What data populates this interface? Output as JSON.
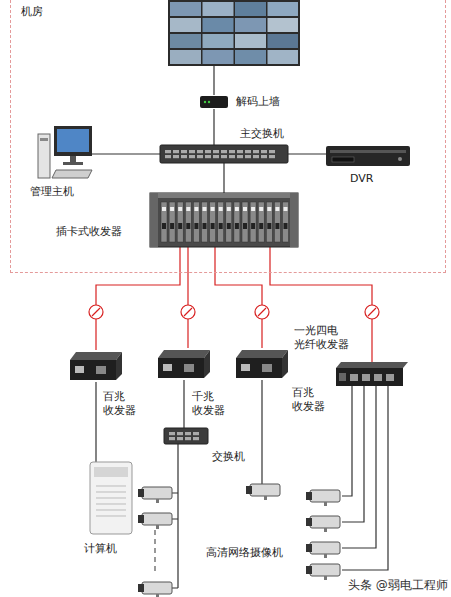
{
  "diagram": {
    "nodes": [
      {
        "text": [
          "机房"
        ]
      },
      {
        "text": [
          "解码上墙"
        ],
        "in": 0
      },
      {
        "text": [
          "主交换机"
        ],
        "in": 0
      },
      {
        "text": [
          "管理主机"
        ],
        "in": 0
      },
      {
        "text": [
          "DVR"
        ],
        "in": 0
      },
      {
        "text": [
          "插卡式收发器"
        ],
        "in": 0
      },
      {
        "text": [
          "百兆 收发器"
        ]
      },
      {
        "text": [
          "千兆 收发器"
        ]
      },
      {
        "text": [
          "百兆 收发器"
        ]
      },
      {
        "text": [
          "一光四电 光纤收发器"
        ]
      },
      {
        "text": [
          "交换机"
        ]
      },
      {
        "text": [
          "计算机"
        ]
      }
    ],
    "edges": [
      {
        "from": 1,
        "to": 2,
        "arrow": "none"
      },
      {
        "from": 3,
        "to": 2,
        "arrow": "none"
      },
      {
        "from": 2,
        "to": 4,
        "arrow": "none"
      },
      {
        "from": 2,
        "to": 5,
        "arrow": "none"
      },
      {
        "from": 5,
        "to": 6,
        "arrow": "none"
      },
      {
        "from": 5,
        "to": 7,
        "arrow": "none"
      },
      {
        "from": 5,
        "to": 8,
        "arrow": "none"
      },
      {
        "from": 5,
        "to": 9,
        "arrow": "none"
      },
      {
        "from": 6,
        "to": 11,
        "arrow": "none"
      },
      {
        "from": 7,
        "to": 10,
        "arrow": "none"
      }
    ],
    "labels": [
      "高清网络摄像机",
      "头条 @弱电工程师"
    ]
  }
}
